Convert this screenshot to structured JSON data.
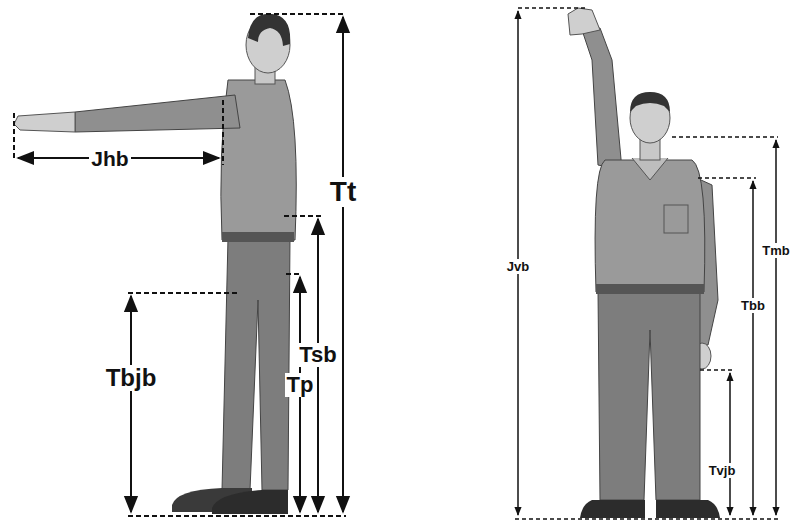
{
  "diagram": {
    "labels": [
      "Jhb",
      "Tt",
      "Tsb",
      "Tp",
      "Tbjb",
      "Jvb",
      "Tmb",
      "Tbb",
      "Tvjb"
    ]
  }
}
